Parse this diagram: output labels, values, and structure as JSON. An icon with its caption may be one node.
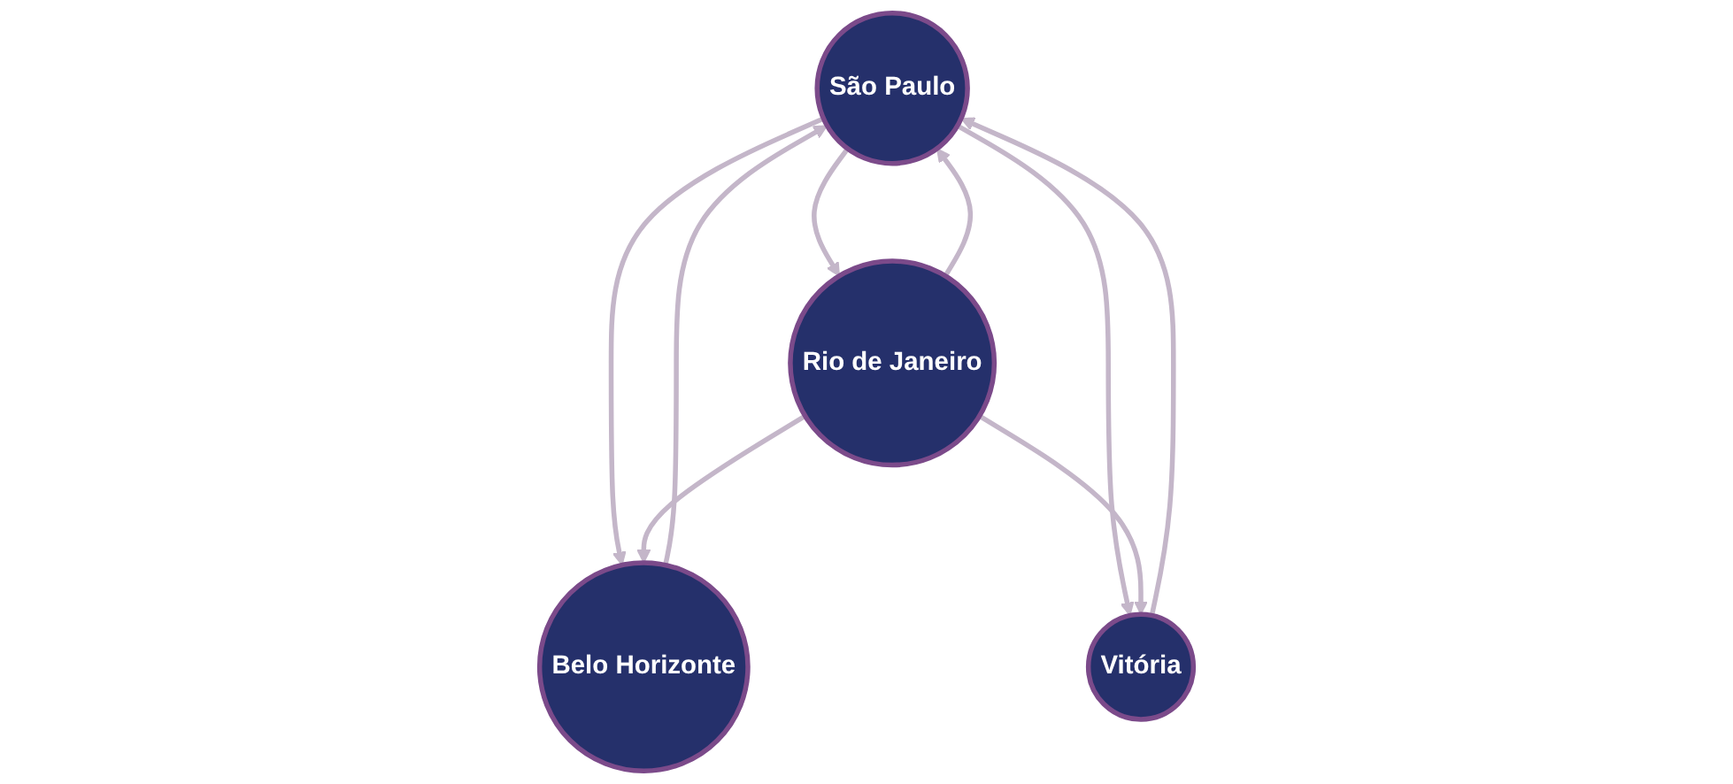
{
  "diagram": {
    "nodes": [
      {
        "text": [
          "São Paulo"
        ]
      },
      {
        "text": [
          "Belo Horizonte"
        ]
      },
      {
        "text": [
          "Vitória"
        ]
      },
      {
        "text": [
          "Rio de Janeiro"
        ]
      }
    ],
    "edges": [
      {
        "from": 0,
        "to": 1,
        "arrow": "to"
      },
      {
        "from": 1,
        "to": 0,
        "arrow": "to"
      },
      {
        "from": 2,
        "to": 0,
        "arrow": "to"
      },
      {
        "from": 0,
        "to": 2,
        "arrow": "to"
      },
      {
        "from": 0,
        "to": 3,
        "arrow": "to"
      },
      {
        "from": 3,
        "to": 0,
        "arrow": "to"
      },
      {
        "from": 3,
        "to": 1,
        "arrow": "to"
      },
      {
        "from": 3,
        "to": 2,
        "arrow": "to"
      }
    ]
  }
}
